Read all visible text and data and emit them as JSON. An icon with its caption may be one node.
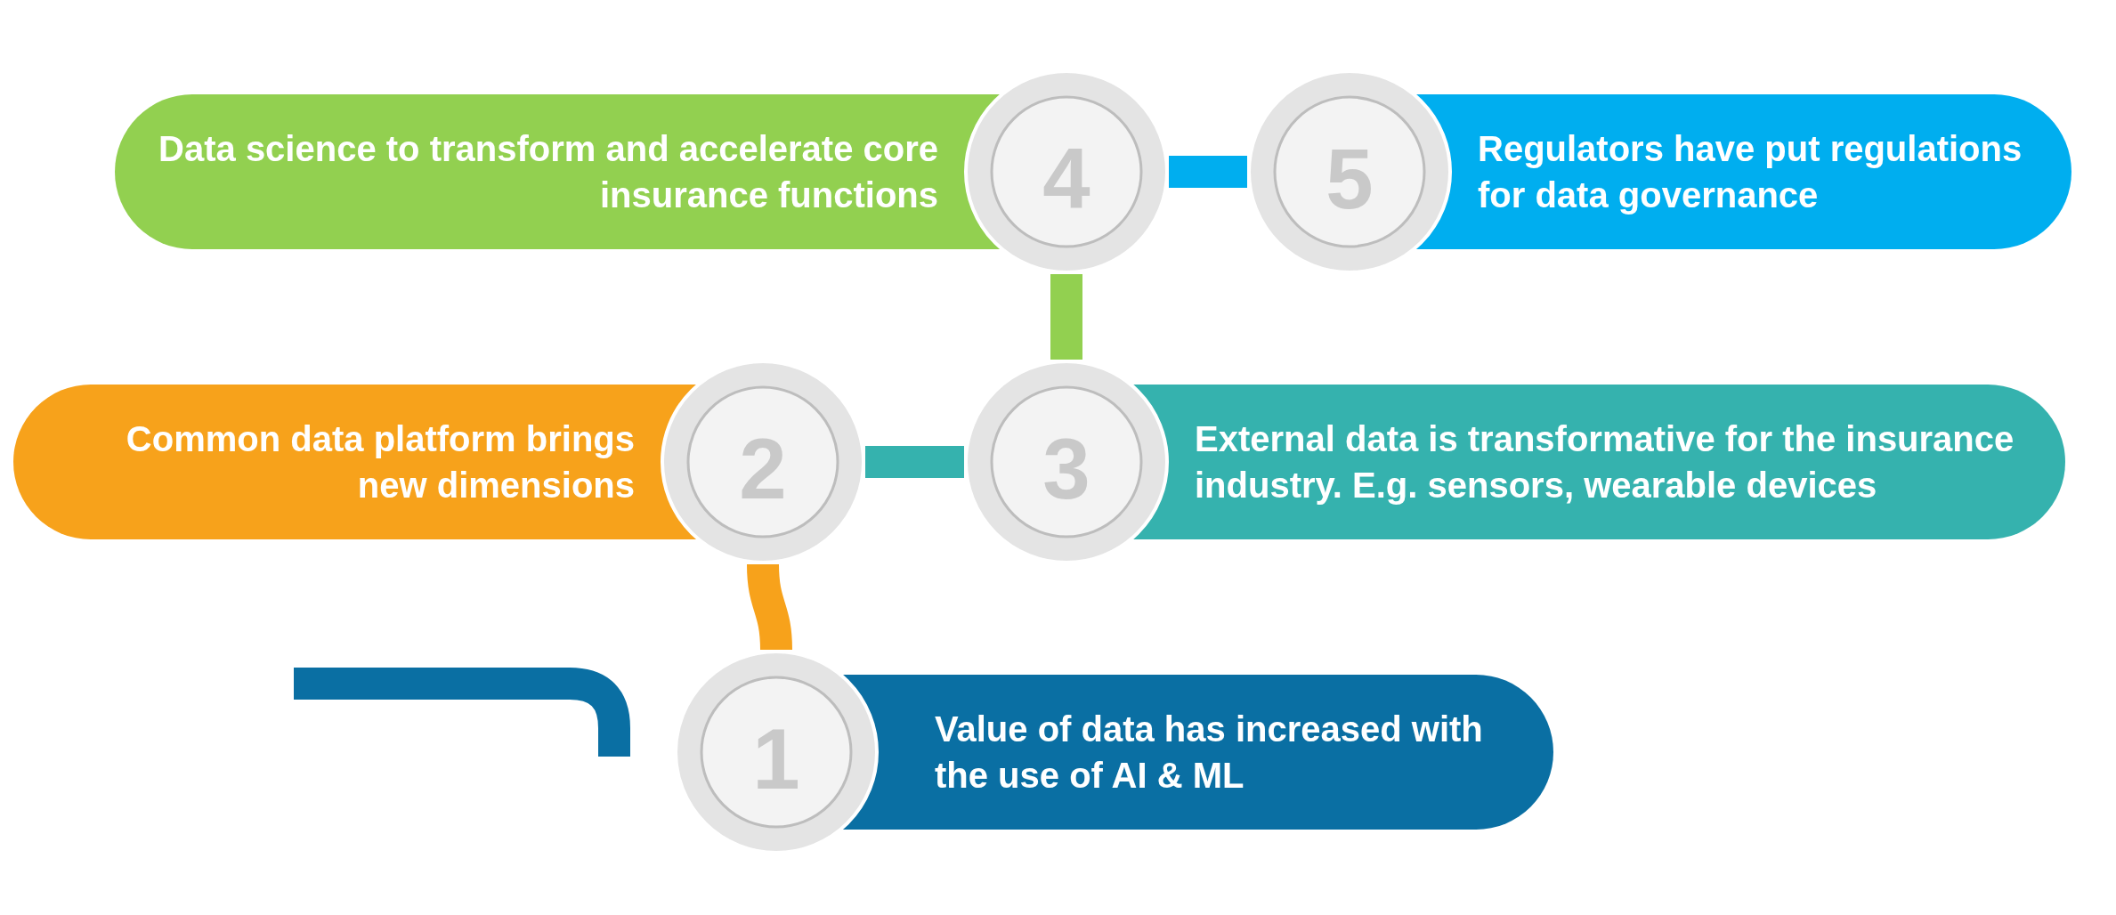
{
  "diagram": {
    "nodes": [
      {
        "text": [
          "1",
          "Value of data has increased with the use of AI & ML"
        ]
      },
      {
        "text": [
          "Common data platform brings new dimensions",
          "2"
        ]
      },
      {
        "text": [
          "3",
          "External data is transformative for the insurance industry. E.g. sensors, wearable devices"
        ]
      },
      {
        "text": [
          "Data science to transform and accelerate core insurance functions",
          "4"
        ]
      },
      {
        "text": [
          "5",
          "Regulators have put regulations for data governance"
        ]
      }
    ],
    "edges": [
      {
        "from": 0,
        "to": 1,
        "arrow": "none",
        "color": "#f7a21b"
      },
      {
        "from": 1,
        "to": 2,
        "arrow": "none",
        "color": "#35b2ae"
      },
      {
        "from": 2,
        "to": 3,
        "arrow": "none",
        "color": "#92d050"
      },
      {
        "from": 3,
        "to": 4,
        "arrow": "none",
        "color": "#00aeef"
      }
    ]
  }
}
